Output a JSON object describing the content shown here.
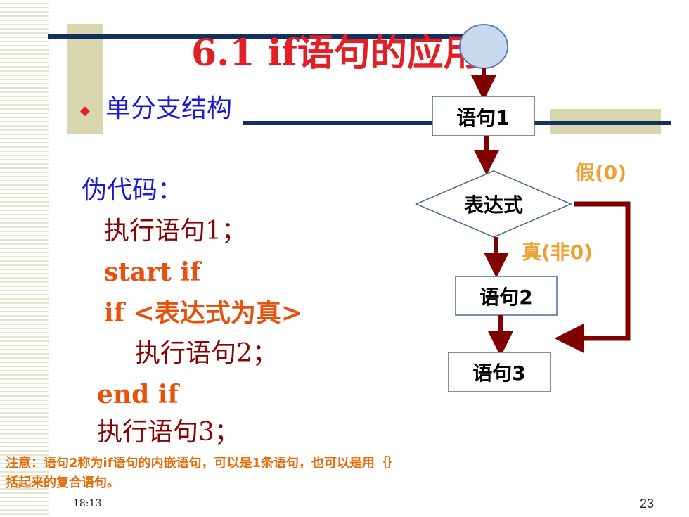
{
  "slide": {
    "title": "6.1  if语句的应用",
    "bullet_symbol": "◆",
    "subtitle": "单分支结构",
    "pseudocode_label": "伪代码：",
    "code_lines": [
      "执行语句1；",
      "start if",
      "if <表达式为真>",
      "执行语句2；",
      "end if",
      "执行语句3；"
    ],
    "note_line1": "注意：语句2称为if语句的内嵌语句，可以是1条语句，也可以是用｛｝",
    "note_line2": "括起来的复合语句。",
    "time": "18:13",
    "page_number": "23"
  },
  "flowchart": {
    "stmt1": "语句1",
    "condition": "表达式",
    "false_label": "假(0)",
    "true_label": "真(非0)",
    "stmt2": "语句2",
    "stmt3": "语句3"
  },
  "colors": {
    "title": "#e31e24",
    "blue_text": "#1a1ad6",
    "maroon_text": "#8b0000",
    "orange_text": "#e8500e",
    "note": "#e36c09",
    "arrow": "#800000",
    "navy_bar": "#13305f",
    "khaki": "#d8d6ad"
  }
}
